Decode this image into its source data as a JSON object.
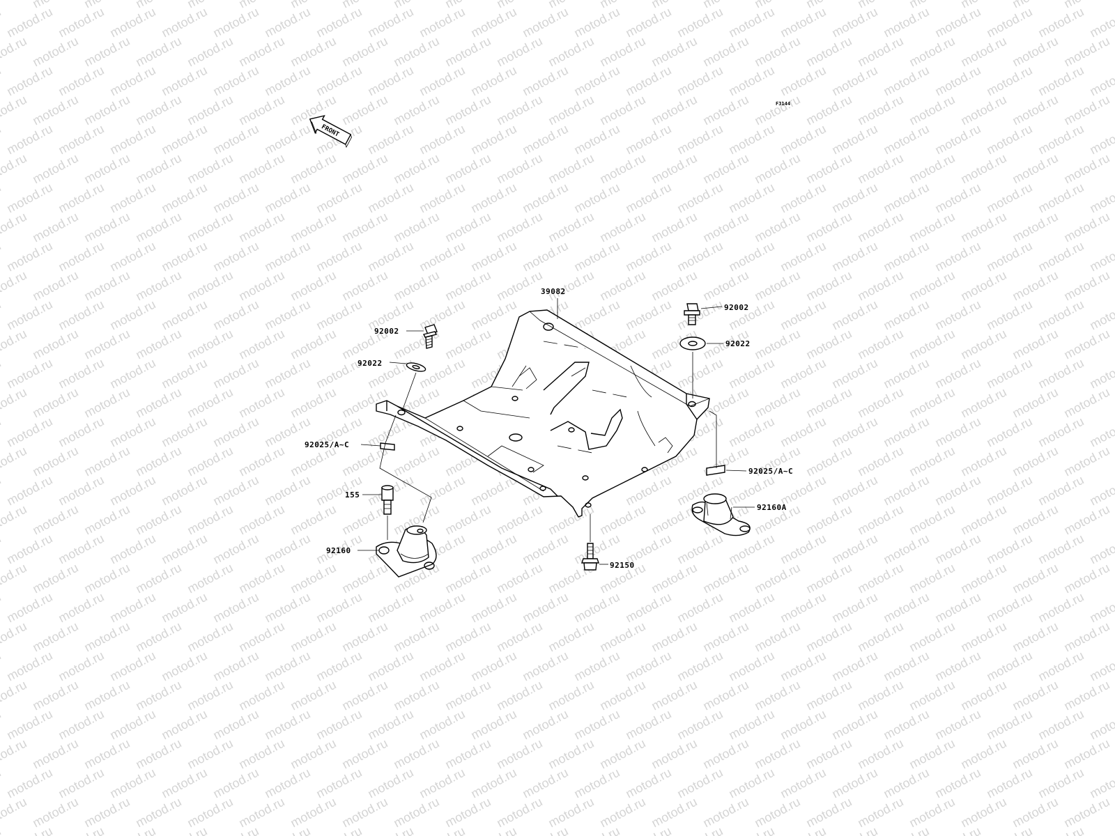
{
  "diagram_label": "F3144",
  "front_label": "FRONT",
  "watermark_text": "motod.ru",
  "parts": {
    "frame": "39082",
    "bolt_left": "92002",
    "bolt_right": "92002",
    "washer_left": "92022",
    "washer_right": "92022",
    "shim_left": "92025/A~C",
    "shim_right": "92025/A~C",
    "stud": "155",
    "mount_left": "92160",
    "mount_right": "92160A",
    "bolt_center": "92150"
  }
}
